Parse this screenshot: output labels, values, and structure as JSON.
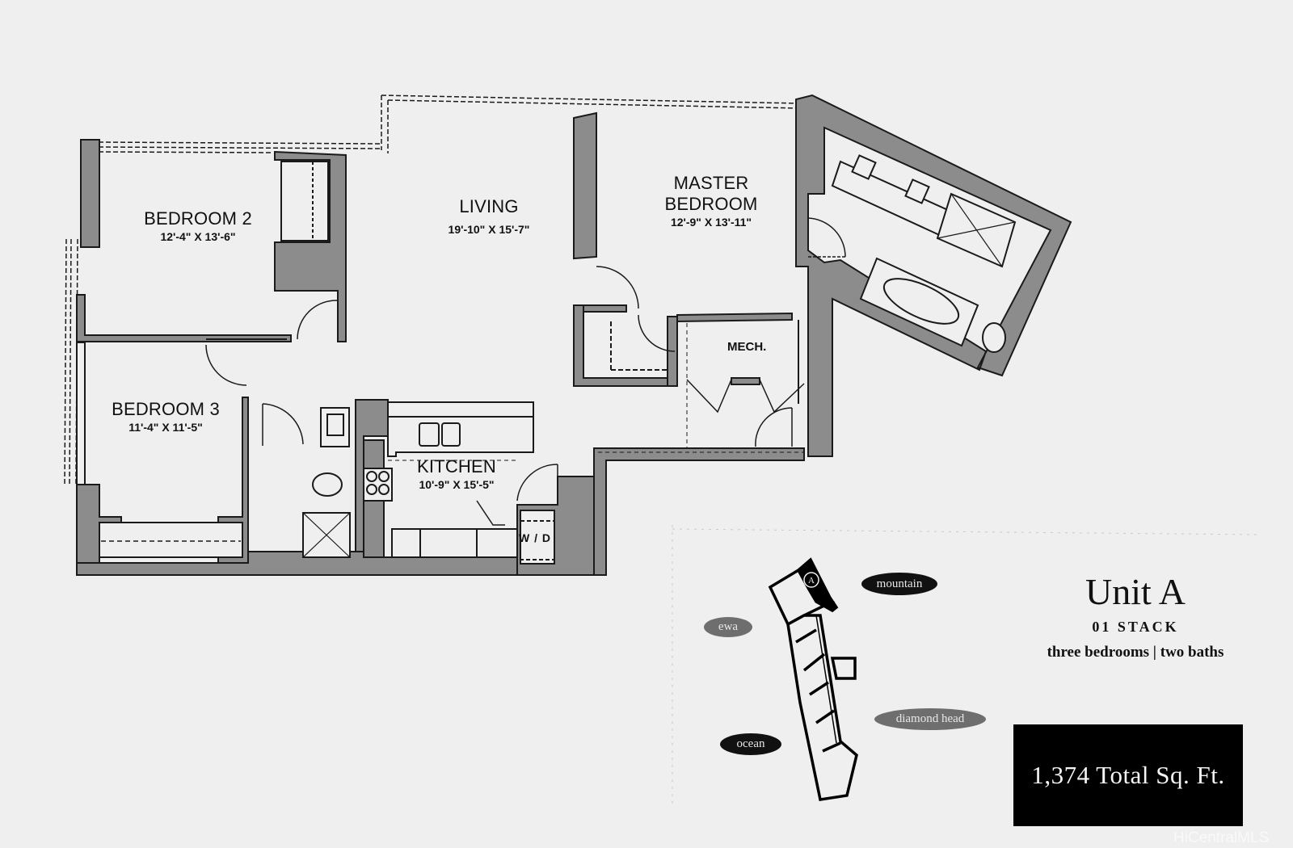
{
  "colors": {
    "background": "#efefef",
    "wall": "#8c8c8c",
    "line": "#1a1a1a",
    "legend_box": "#000000",
    "pill_dark": "#111111",
    "pill_gray": "#6e6e6e"
  },
  "rooms": [
    {
      "id": "bedroom2",
      "name": "BEDROOM 2",
      "dimensions": "12'-4\" X 13'-6\""
    },
    {
      "id": "living",
      "name": "LIVING",
      "dimensions": "19'-10\" X 15'-7\""
    },
    {
      "id": "master",
      "name": "MASTER BEDROOM",
      "name_line1": "MASTER",
      "name_line2": "BEDROOM",
      "dimensions": "12'-9\" X 13'-11\""
    },
    {
      "id": "bedroom3",
      "name": "BEDROOM 3",
      "dimensions": "11'-4\" X 11'-5\""
    },
    {
      "id": "kitchen",
      "name": "KITCHEN",
      "dimensions": "10'-9\" X 15'-5\""
    }
  ],
  "labels": {
    "mech": "MECH.",
    "washer_dryer": "W / D"
  },
  "legend": {
    "unit_title": "Unit A",
    "stack": "01 STACK",
    "description": "three bedrooms | two baths",
    "total_sqft": "1,374 Total Sq. Ft.",
    "unit_marker": "A",
    "directions": [
      "mountain",
      "ewa",
      "diamond head",
      "ocean"
    ]
  },
  "watermark": "HiCentralMLS"
}
